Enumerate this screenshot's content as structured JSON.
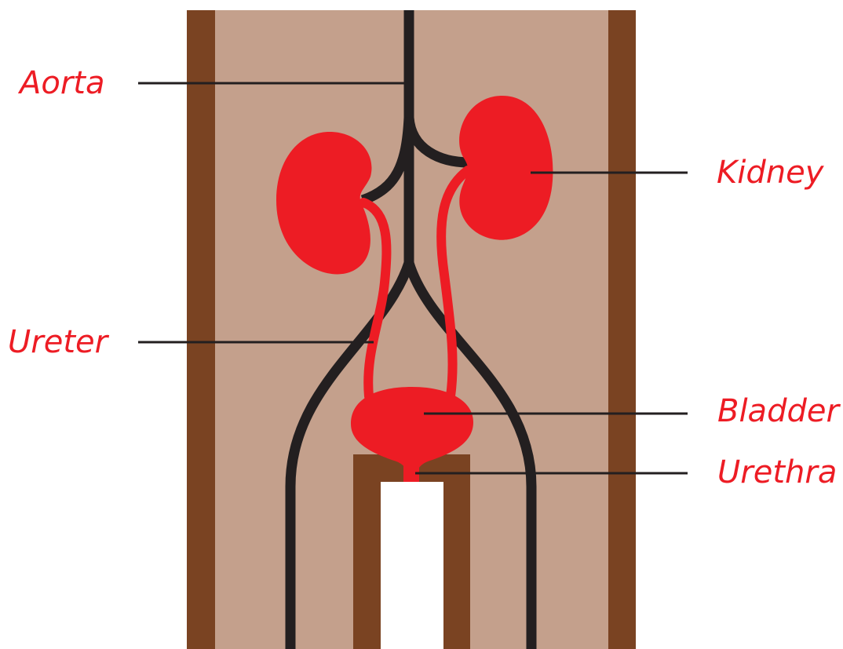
{
  "labels": {
    "aorta": "Aorta",
    "kidney": "Kidney",
    "ureter": "Ureter",
    "bladder": "Bladder",
    "urethra": "Urethra"
  },
  "colors": {
    "body": "#c4a08c",
    "wall": "#7a4322",
    "organ": "#ed1c24",
    "vessel": "#231f20",
    "label": "#ed1c24",
    "leader": "#231f20"
  }
}
